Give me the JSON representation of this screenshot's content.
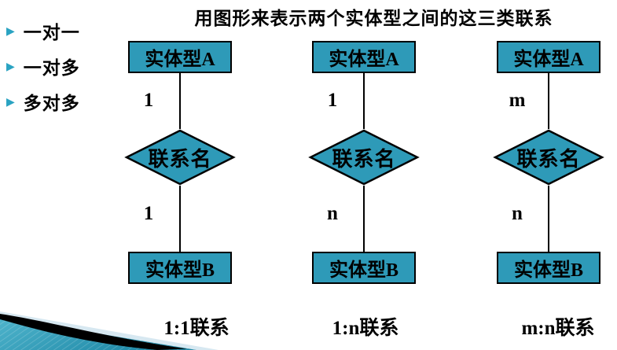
{
  "slide": {
    "title": "用图形来表示两个实体型之间的这三类联系",
    "bullet_icon": "▶",
    "bullets": [
      {
        "label": "一对一"
      },
      {
        "label": "一对多"
      },
      {
        "label": "多对多"
      }
    ],
    "diagrams": [
      {
        "entity_a": "实体型A",
        "cardinality_a": "1",
        "relation": "联系名",
        "cardinality_b": "1",
        "entity_b": "实体型B",
        "caption": "1:1联系"
      },
      {
        "entity_a": "实体型A",
        "cardinality_a": "1",
        "relation": "联系名",
        "cardinality_b": "n",
        "entity_b": "实体型B",
        "caption": "1:n联系"
      },
      {
        "entity_a": "实体型A",
        "cardinality_a": "m",
        "relation": "联系名",
        "cardinality_b": "n",
        "entity_b": "实体型B",
        "caption": "m:n联系"
      }
    ],
    "colors": {
      "shape_fill": "#2E9AB8",
      "shape_border": "#000000",
      "bullet_marker": "#2AA3C2",
      "swoosh_black": "#000000",
      "swoosh_pale_blue": "#D7E8F1",
      "background": "#FFFFFF"
    }
  }
}
